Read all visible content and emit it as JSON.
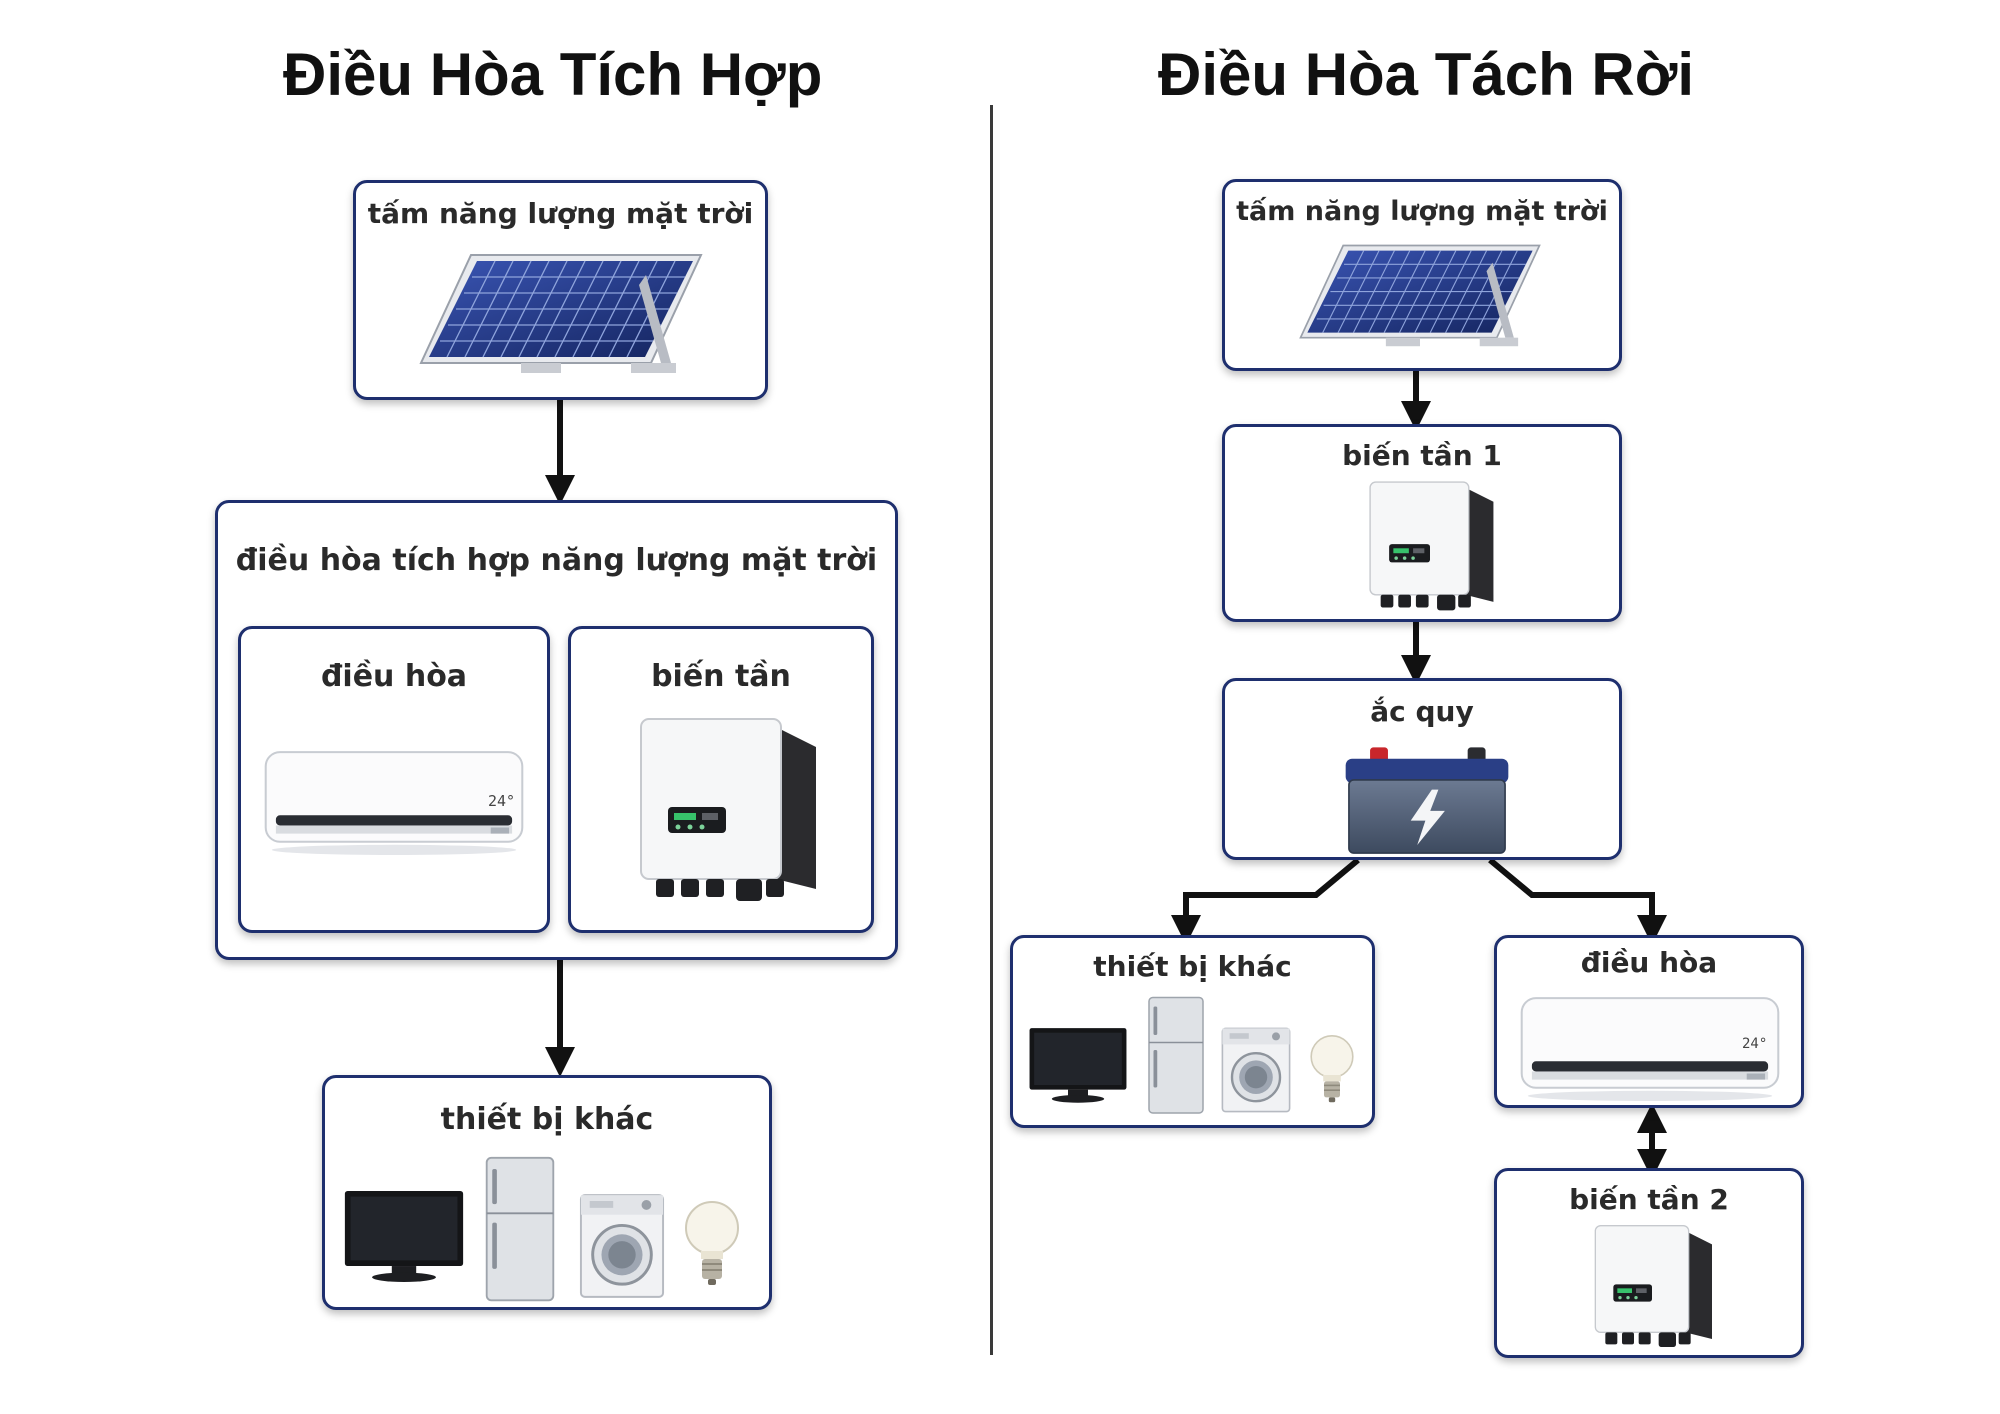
{
  "left": {
    "title": "Điều Hòa Tích Hợp",
    "solar_label": "tấm năng lượng mặt trời",
    "integrated_label": "điều hòa tích hợp năng lượng mặt trời",
    "ac_label": "điều hòa",
    "inverter_label": "biến tần",
    "other_label": "thiết bị khác"
  },
  "right": {
    "title": "Điều Hòa Tách Rời",
    "solar_label": "tấm năng lượng mặt trời",
    "inverter1_label": "biến tần 1",
    "battery_label": "ắc quy",
    "other_label": "thiết bị khác",
    "ac_label": "điều hòa",
    "inverter2_label": "biến tần 2"
  },
  "ac_display": "24°",
  "colors": {
    "box_border": "#1e2f6e",
    "arrow": "#111111",
    "panel_blue": "#1c2f78"
  }
}
